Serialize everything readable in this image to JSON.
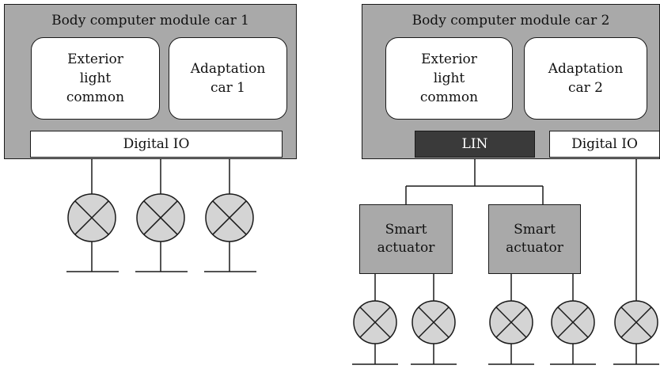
{
  "car1": {
    "module_title": "Body computer module car 1",
    "exterior_light": "Exterior\nlight\ncommon",
    "adaptation": "Adaptation\ncar 1",
    "digital_io": "Digital IO"
  },
  "car2": {
    "module_title": "Body computer module car 2",
    "exterior_light": "Exterior\nlight\ncommon",
    "adaptation": "Adaptation\ncar 2",
    "lin": "LIN",
    "digital_io": "Digital IO",
    "actuator_left": "Smart\nactuator",
    "actuator_right": "Smart\nactuator"
  },
  "colors": {
    "module_fill": "#a9a9a9",
    "lamp_fill": "#d4d4d4",
    "lin_fill": "#3a3a3a",
    "line": "#1a1a1a"
  }
}
